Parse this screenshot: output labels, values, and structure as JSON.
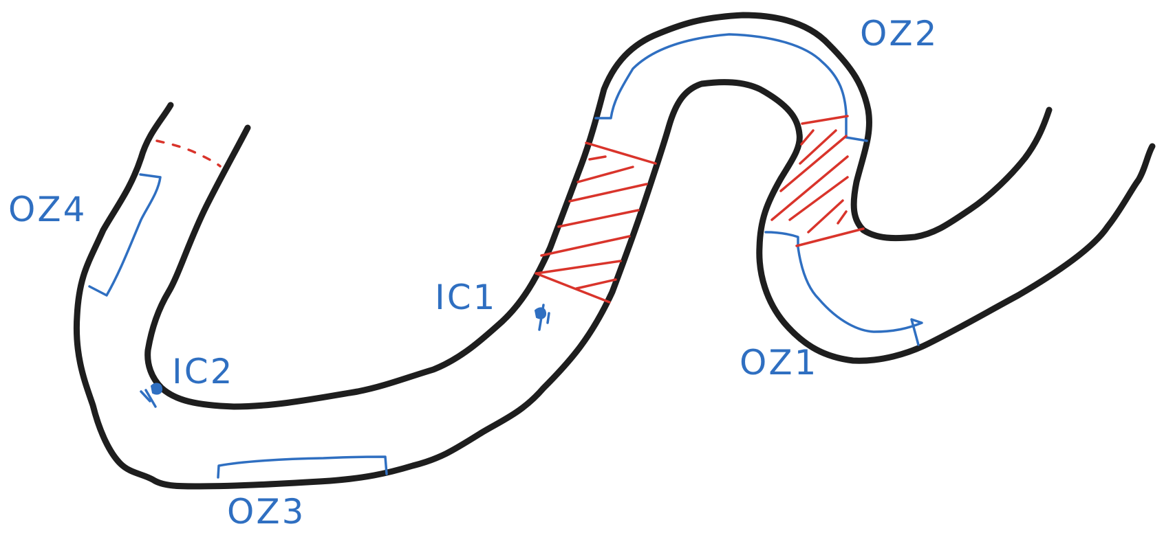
{
  "labels": {
    "oz1": "OZ1",
    "oz2": "OZ2",
    "oz3": "OZ3",
    "oz4": "OZ4",
    "ic1": "IC1",
    "ic2": "IC2"
  },
  "colors": {
    "track": "#1e1e1e",
    "zone": "#2f6fc1",
    "hatch": "#d9342b",
    "background": "#ffffff"
  },
  "icons": {
    "ic1_marker": "camera-icon",
    "ic2_marker": "camera-icon"
  }
}
